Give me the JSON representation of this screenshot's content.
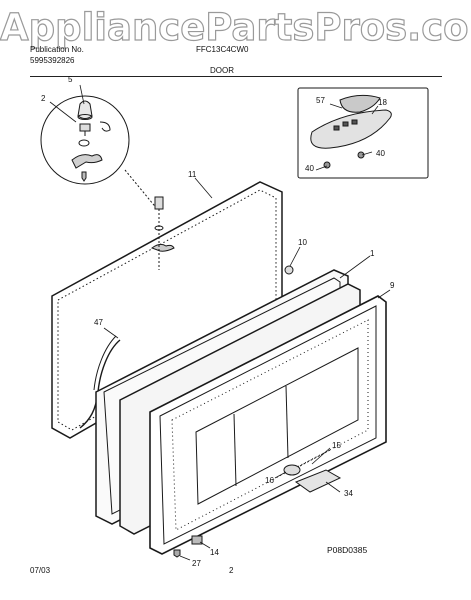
{
  "watermark": "AppliancePartsPros.com",
  "header": {
    "publication_label": "Publication No.",
    "publication_number": "5995392826",
    "model": "FFC13C4CW0",
    "section": "DOOR"
  },
  "footer": {
    "date": "07/03",
    "page": "2",
    "diagram_code": "P08D0385"
  },
  "callouts": [
    "5",
    "2",
    "11",
    "57",
    "18",
    "40",
    "40",
    "10",
    "1",
    "9",
    "47",
    "15",
    "16",
    "34",
    "14",
    "27"
  ]
}
